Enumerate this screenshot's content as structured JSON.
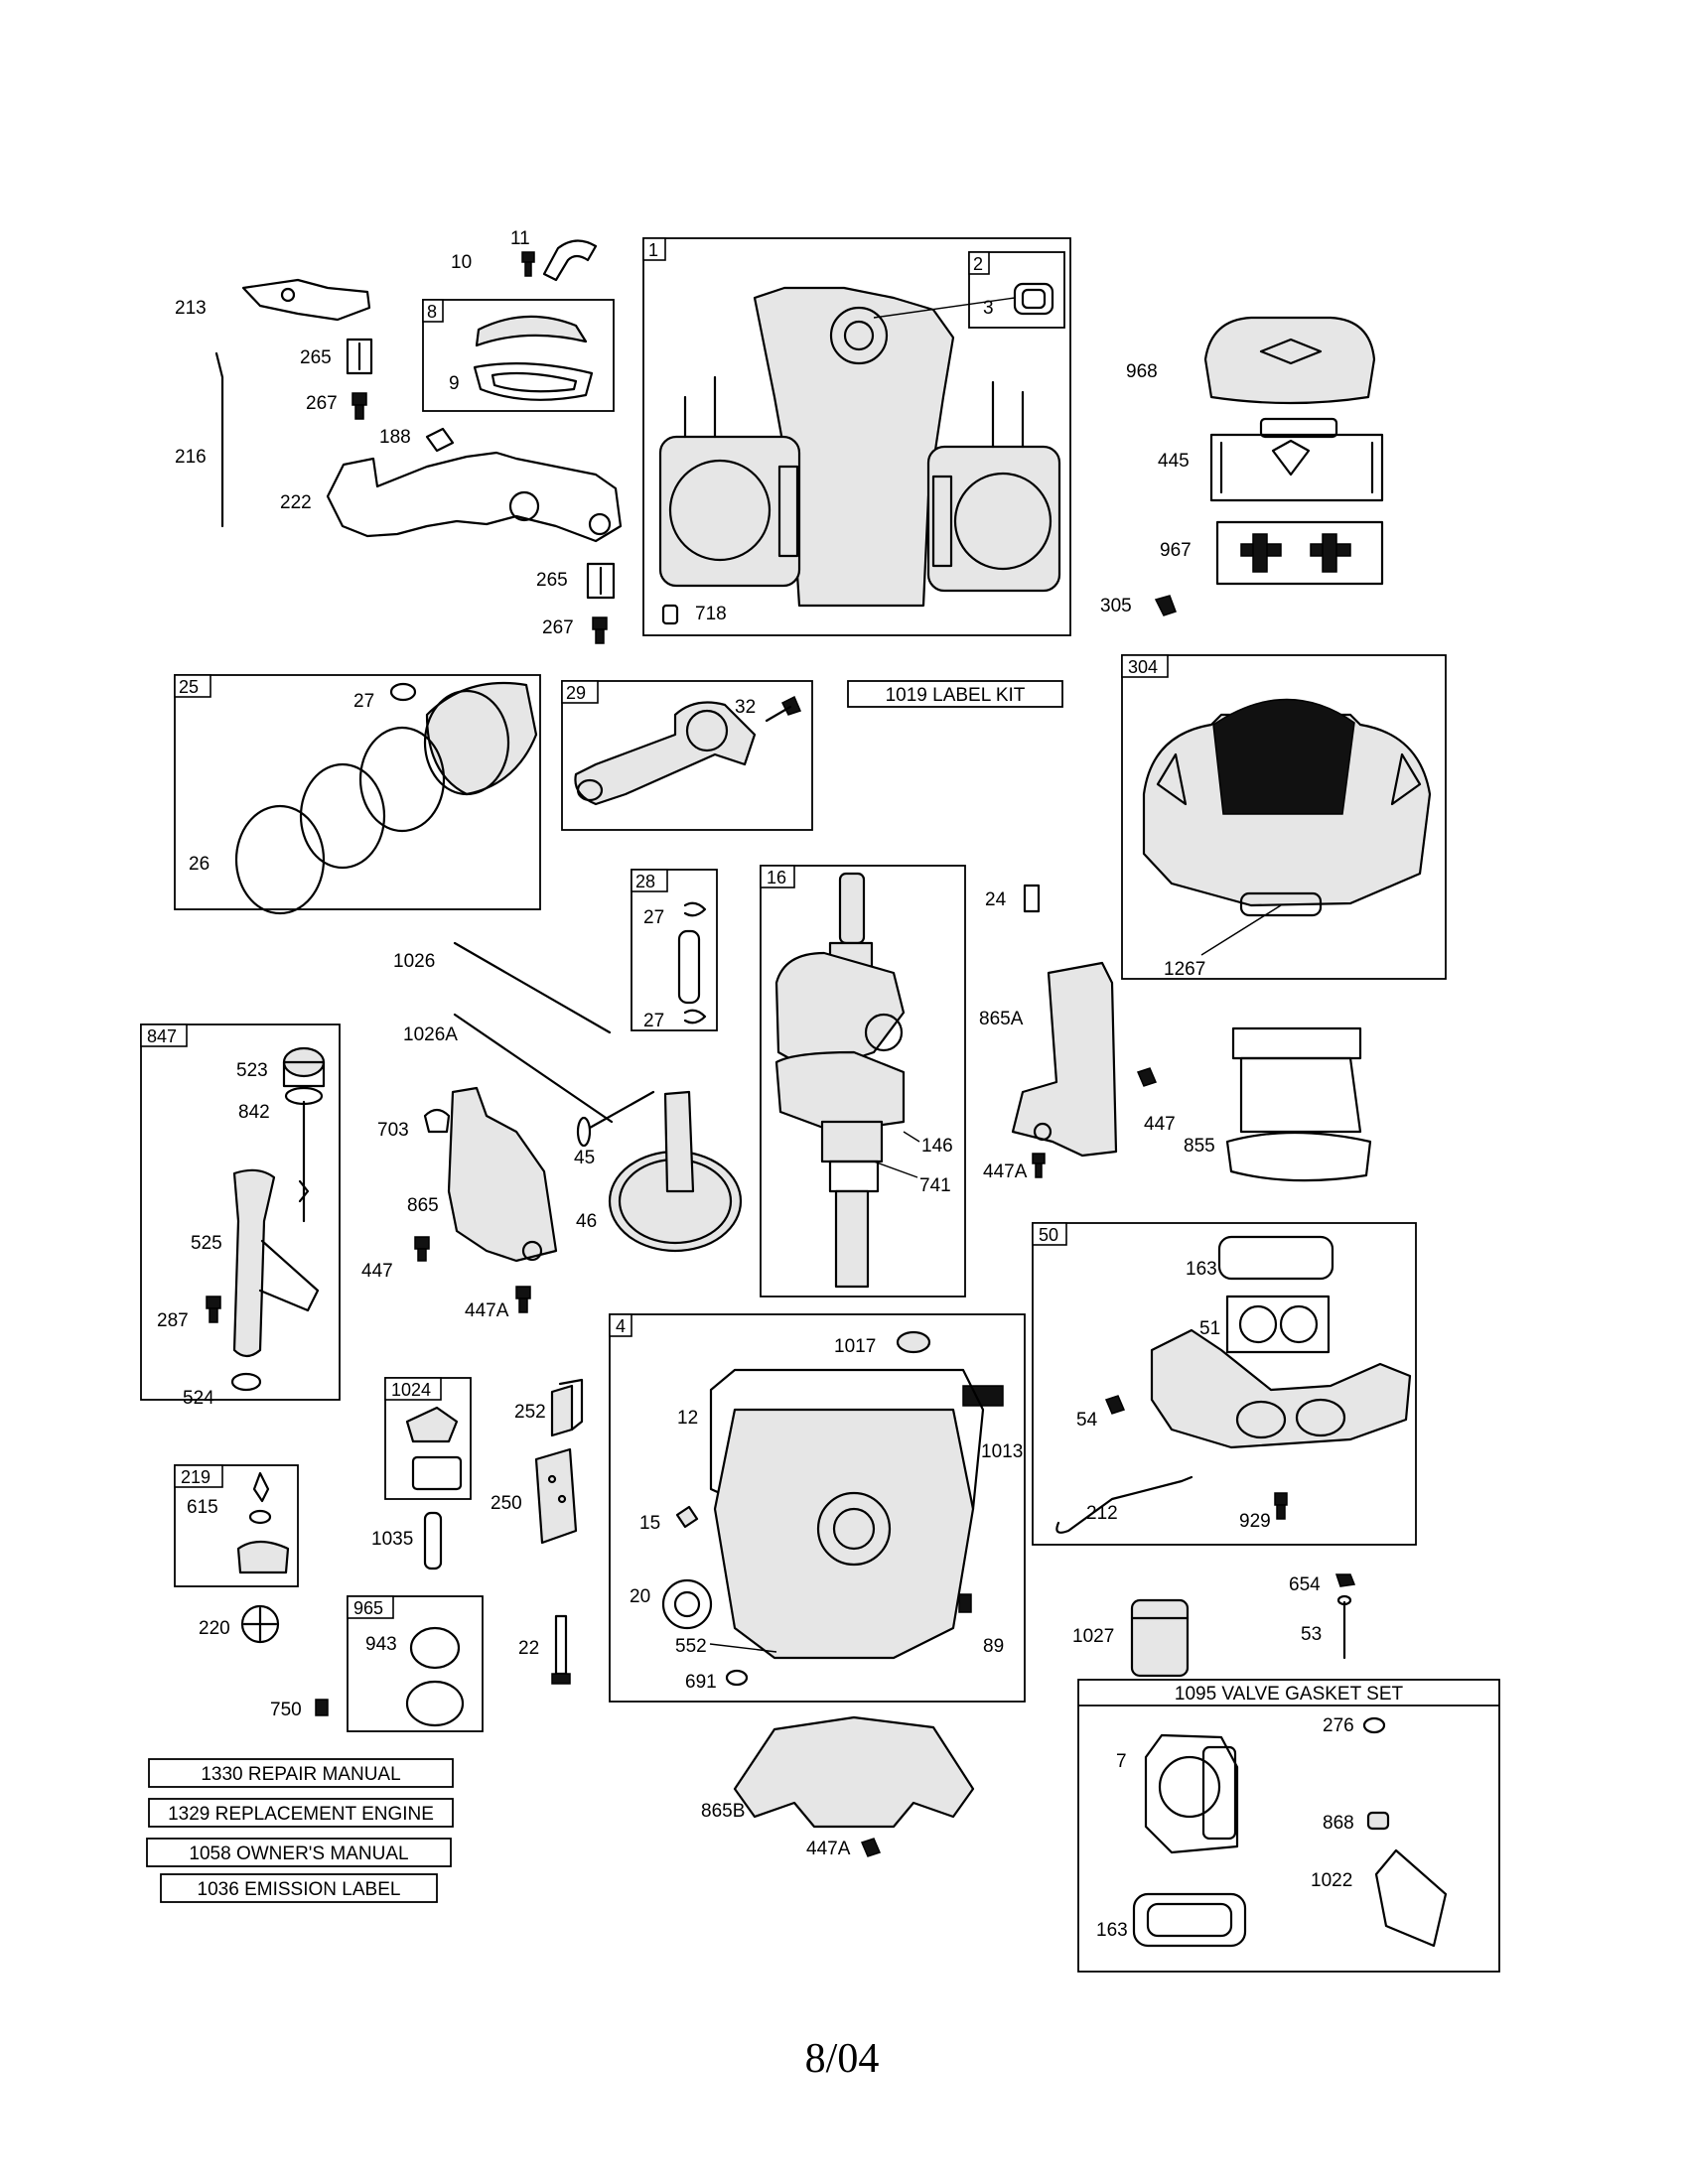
{
  "boxes": {
    "b1": "1",
    "b2": "2",
    "b8": "8",
    "b25": "25",
    "b29": "29",
    "b28": "28",
    "b16": "16",
    "b304": "304",
    "b847": "847",
    "b4": "4",
    "b50": "50",
    "b1024": "1024",
    "b219": "219",
    "b965": "965"
  },
  "labels": {
    "p11": "11",
    "p10": "10",
    "p213": "213",
    "p265a": "265",
    "p267a": "267",
    "p188": "188",
    "p216": "216",
    "p222": "222",
    "p265b": "265",
    "p267b": "267",
    "p9": "9",
    "p3": "3",
    "p718": "718",
    "p968": "968",
    "p445": "445",
    "p967": "967",
    "p305": "305",
    "p27a": "27",
    "p26": "26",
    "p32": "32",
    "p27b": "27",
    "p27c": "27",
    "p24": "24",
    "p1267": "1267",
    "p1026": "1026",
    "p1026a": "1026A",
    "p865a": "865A",
    "p447a": "447",
    "p447aa": "447A",
    "p855": "855",
    "p146": "146",
    "p741": "741",
    "p523": "523",
    "p842": "842",
    "p525": "525",
    "p287": "287",
    "p524": "524",
    "p703": "703",
    "p45": "45",
    "p865": "865",
    "p46": "46",
    "p447b": "447",
    "p447ab": "447A",
    "p163a": "163",
    "p51": "51",
    "p54": "54",
    "p212": "212",
    "p929": "929",
    "p1017": "1017",
    "p12": "12",
    "p1013": "1013",
    "p15": "15",
    "p20": "20",
    "p552": "552",
    "p691": "691",
    "p89": "89",
    "p252": "252",
    "p250": "250",
    "p1035": "1035",
    "p615": "615",
    "p220": "220",
    "p750": "750",
    "p943": "943",
    "p22": "22",
    "p654": "654",
    "p53": "53",
    "p1027": "1027",
    "p276": "276",
    "p7": "7",
    "p868": "868",
    "p1022": "1022",
    "p163b": "163",
    "p865b": "865B",
    "p447ac": "447A"
  },
  "kits": {
    "label_kit": "1019 LABEL KIT",
    "valve_gasket_set": "1095 VALVE GASKET SET",
    "repair_manual": "1330 REPAIR MANUAL",
    "replacement_engine": "1329 REPLACEMENT ENGINE",
    "owners_manual": "1058 OWNER'S MANUAL",
    "emission_label": "1036 EMISSION LABEL"
  },
  "footer": {
    "date": "8/04"
  }
}
